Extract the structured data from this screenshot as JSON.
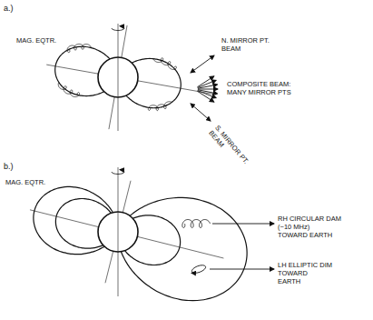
{
  "diagram": {
    "labels": [
      "a.)",
      "MAG. EQTR.",
      "N. MIRROR PT. BEAM",
      "COMPOSITE BEAM: MANY MIRROR PTS",
      "S. MIRROR PT. BEAM",
      "b.)",
      "MAG. EQTR.",
      "RH CIRCULAR DAM (~10 MHz) TOWARD EARTH",
      "LH ELLIPTIC DIM TOWARD EARTH"
    ]
  }
}
